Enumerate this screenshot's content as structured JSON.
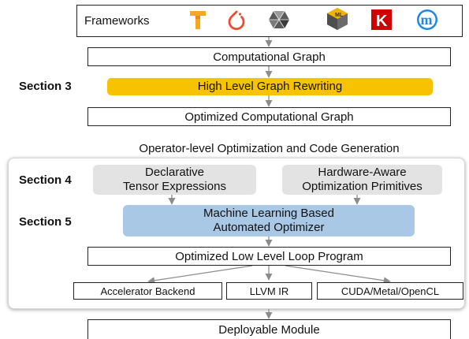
{
  "frameworks": {
    "label": "Frameworks",
    "logos": [
      {
        "icon": "tensorflow-logo",
        "color": "#f5a623"
      },
      {
        "icon": "pytorch-logo",
        "color": "#ee4c2c"
      },
      {
        "icon": "mxnet-logo",
        "color": "#444444"
      },
      {
        "icon": "coreml-logo",
        "color": "#8a8a8a"
      },
      {
        "icon": "keras-logo",
        "color": "#d00000"
      },
      {
        "icon": "mxnet-m-logo",
        "color": "#1e88e5"
      }
    ]
  },
  "nodes": {
    "computational_graph": "Computational Graph",
    "graph_rewriting": "High Level Graph Rewriting",
    "optimized_graph": "Optimized Computational Graph",
    "operator_level_heading": "Operator-level Optimization and Code Generation",
    "declarative_line1": "Declarative",
    "declarative_line2": "Tensor Expressions",
    "hardware_line1": "Hardware-Aware",
    "hardware_line2": "Optimization Primitives",
    "ml_line1": "Machine Learning Based",
    "ml_line2": "Automated Optimizer",
    "loop_program": "Optimized Low Level Loop Program",
    "accelerator": "Accelerator Backend",
    "llvm": "LLVM IR",
    "cuda": "CUDA/Metal/OpenCL",
    "deployable": "Deployable Module"
  },
  "sections": {
    "s3": "Section 3",
    "s4": "Section 4",
    "s5": "Section 5"
  },
  "colors": {
    "graph_rewriting": "#f7c300",
    "gray_box": "#e3e3e3",
    "ml_box": "#a9c8e6",
    "arrow": "#8c8c8c"
  }
}
